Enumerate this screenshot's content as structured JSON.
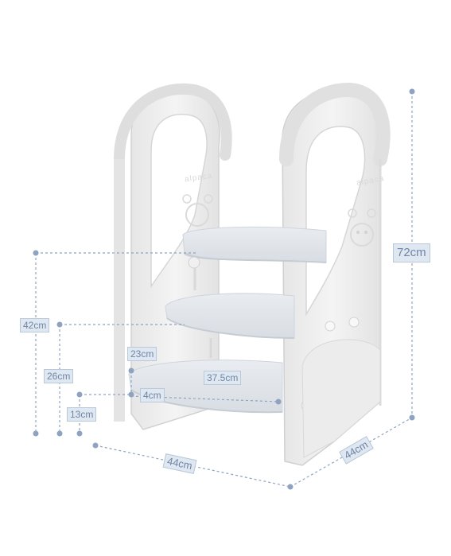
{
  "product": {
    "brand_text": "alpaca"
  },
  "dimensions": {
    "height_total": "72cm",
    "handle_height": "42cm",
    "step2_height": "26cm",
    "step1_height": "13cm",
    "step_depth": "23cm",
    "step_width": "37.5cm",
    "step_gap": "4cm",
    "base_width": "44cm",
    "base_depth": "44cm"
  },
  "colors": {
    "dimension_line": "#8ea3c0",
    "label_fill": "#dfe7f1",
    "label_text": "#6f86a6",
    "stool_body": "#efefef",
    "step_top": "#e3e7ec"
  }
}
